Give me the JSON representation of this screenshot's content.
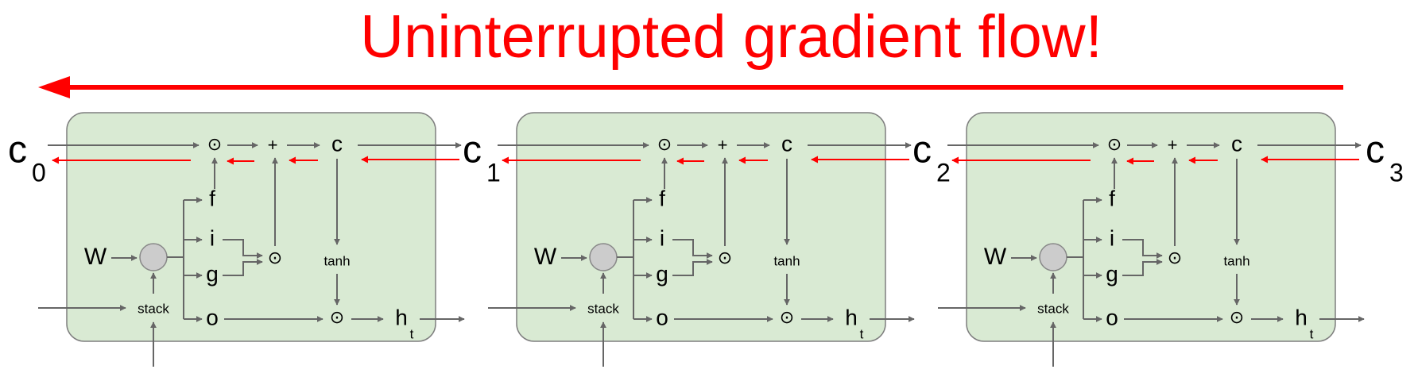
{
  "title": "Uninterrupted gradient flow!",
  "colors": {
    "title": "#ff0000",
    "gradient_arrow": "#ff0000",
    "cell_fill": "#d9ead3",
    "cell_stroke": "#7f7f7f",
    "flow": "#666666",
    "stack_node": "#cccccc"
  },
  "cell_labels": {
    "weight": "W",
    "stack": "stack",
    "gate_f": "f",
    "gate_i": "i",
    "gate_g": "g",
    "gate_o": "o",
    "mult": "⊙",
    "plus": "+",
    "cell_state": "c",
    "tanh": "tanh",
    "hidden": "h",
    "hidden_sub": "t"
  },
  "cell_states": [
    {
      "main": "c",
      "sub": "0"
    },
    {
      "main": "c",
      "sub": "1"
    },
    {
      "main": "c",
      "sub": "2"
    },
    {
      "main": "c",
      "sub": "3"
    }
  ]
}
